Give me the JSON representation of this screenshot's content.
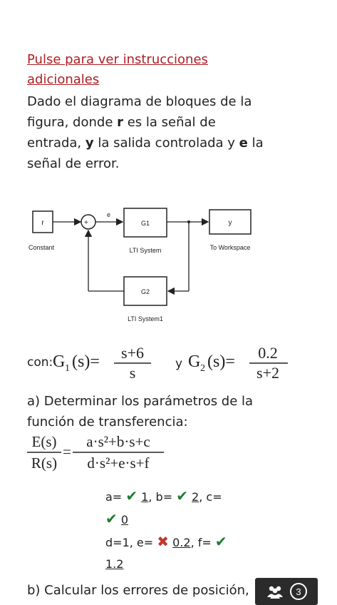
{
  "link": {
    "text": "Pulse para ver instrucciones adicionales"
  },
  "intro": {
    "p1": "Dado el diagrama de bloques de la figura, donde ",
    "r": "r",
    "p2": " es la señal de entrada, ",
    "y": "y",
    "p3": " la salida controlada y ",
    "e": "e",
    "p4": " la señal de error."
  },
  "diagram": {
    "constant_symbol": "r",
    "constant_label": "Constant",
    "sum_plus": "+",
    "sum_minus": "-",
    "error_label": "e",
    "g1_symbol": "G1",
    "g1_label": "LTI System",
    "g2_symbol": "G2",
    "g2_label": "LTI System1",
    "out_symbol": "y",
    "out_label": "To Workspace"
  },
  "equations": {
    "con": "con:",
    "g1_lhs": "G",
    "g1_sub": "1",
    "g1_arg": "(s)=",
    "g1_num": "s+6",
    "g1_den": "s",
    "and": "y",
    "g2_lhs": "G",
    "g2_sub": "2",
    "g2_arg": "(s)=",
    "g2_num": "0.2",
    "g2_den": "s+2"
  },
  "question_a": {
    "text": "a) Determinar los parámetros de la función de transferencia:",
    "tf_lhs_num": "E(s)",
    "tf_lhs_den": "R(s)",
    "tf_num": "a·s²+b·s+c",
    "tf_den": "d·s²+e·s+f"
  },
  "answers": {
    "a_label": "a=",
    "a_value": "1",
    "b_label": "b=",
    "b_value": "2",
    "c_label": "c=",
    "c_value": "0",
    "d_text": "d=1,",
    "e_label": "e=",
    "e_value": "0.2",
    "f_label": "f=",
    "f_value": "1.2"
  },
  "question_b": {
    "text": "b) Calcular los errores de posición,"
  },
  "fab": {
    "count": "3"
  }
}
